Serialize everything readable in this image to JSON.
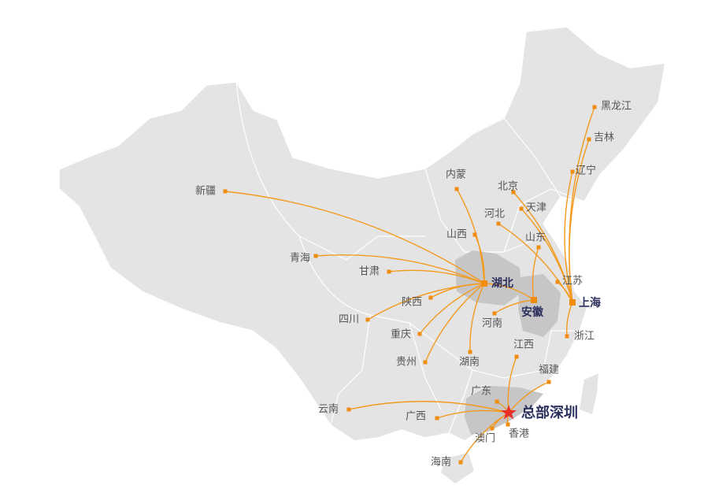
{
  "title": "总部深圳",
  "colors": {
    "line": "#f39a1e",
    "dot": "#f08c10",
    "star": "#e8312a",
    "land": "#e4e4e4",
    "hub_region": "#c6c6c6",
    "hub_text": "#2b2f5c"
  },
  "hubs": [
    {
      "id": "hubei",
      "label": "湖北"
    },
    {
      "id": "anhui",
      "label": "安徽"
    },
    {
      "id": "shanghai",
      "label": "上海"
    },
    {
      "id": "shenzhen",
      "label": "总部深圳"
    }
  ],
  "destinations": [
    {
      "label": "新疆",
      "hub": "hubei"
    },
    {
      "label": "青海",
      "hub": "hubei"
    },
    {
      "label": "甘肃",
      "hub": "hubei"
    },
    {
      "label": "四川",
      "hub": "hubei"
    },
    {
      "label": "陕西",
      "hub": "hubei"
    },
    {
      "label": "重庆",
      "hub": "hubei"
    },
    {
      "label": "贵州",
      "hub": "hubei"
    },
    {
      "label": "湖南",
      "hub": "hubei"
    },
    {
      "label": "内蒙",
      "hub": "hubei"
    },
    {
      "label": "山西",
      "hub": "hubei"
    },
    {
      "label": "河南",
      "hub": "anhui"
    },
    {
      "label": "山东",
      "hub": "anhui"
    },
    {
      "label": "北京",
      "hub": "shanghai"
    },
    {
      "label": "河北",
      "hub": "shanghai"
    },
    {
      "label": "天津",
      "hub": "shanghai"
    },
    {
      "label": "江苏",
      "hub": "shanghai"
    },
    {
      "label": "浙江",
      "hub": "shanghai"
    },
    {
      "label": "黑龙江",
      "hub": "shanghai"
    },
    {
      "label": "吉林",
      "hub": "shanghai"
    },
    {
      "label": "辽宁",
      "hub": "shanghai"
    },
    {
      "label": "江西",
      "hub": "shenzhen"
    },
    {
      "label": "福建",
      "hub": "shenzhen"
    },
    {
      "label": "广东",
      "hub": "shenzhen"
    },
    {
      "label": "云南",
      "hub": "shenzhen"
    },
    {
      "label": "广西",
      "hub": "shenzhen"
    },
    {
      "label": "澳门",
      "hub": "shenzhen"
    },
    {
      "label": "香港",
      "hub": "shenzhen"
    },
    {
      "label": "海南",
      "hub": "shenzhen"
    }
  ]
}
